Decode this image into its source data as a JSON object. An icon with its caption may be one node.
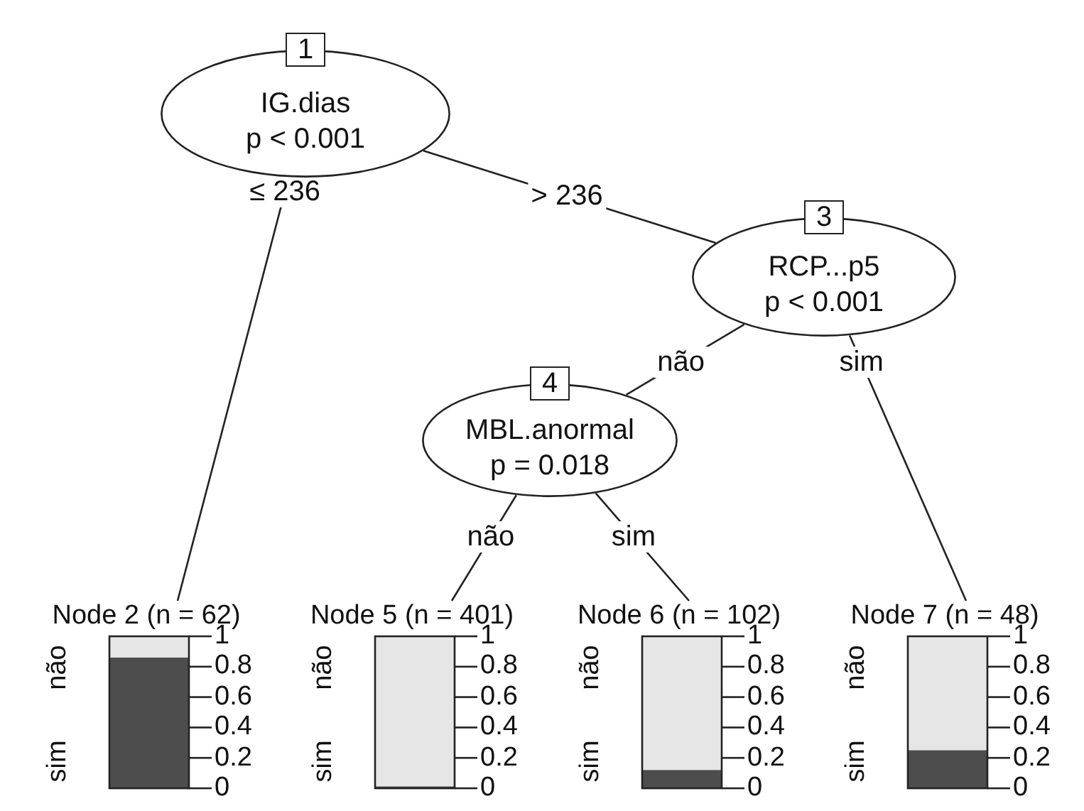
{
  "diagram": {
    "nodes": [
      {
        "text": [
          "1",
          "IG.dias",
          "p < 0.001"
        ]
      },
      {
        "text": [
          "3",
          "RCP...p5",
          "p < 0.001"
        ]
      },
      {
        "text": [
          "4",
          "MBL.anormal",
          "p = 0.018"
        ]
      },
      {
        "text": [
          "Node 2 (n = 62)"
        ]
      },
      {
        "text": [
          "Node 5 (n = 401)"
        ]
      },
      {
        "text": [
          "Node 6 (n = 102)"
        ]
      },
      {
        "text": [
          "Node 7 (n = 48)"
        ]
      }
    ],
    "edges": [
      {
        "from": 0,
        "to": 3,
        "arrow": "none",
        "label": "≤ 236"
      },
      {
        "from": 0,
        "to": 1,
        "arrow": "none",
        "label": "> 236"
      },
      {
        "from": 1,
        "to": 2,
        "arrow": "none",
        "label": "não"
      },
      {
        "from": 1,
        "to": 6,
        "arrow": "none",
        "label": "sim"
      },
      {
        "from": 2,
        "to": 4,
        "arrow": "none",
        "label": "não"
      },
      {
        "from": 2,
        "to": 5,
        "arrow": "none",
        "label": "sim"
      }
    ],
    "labels": [
      "não",
      "sim",
      "1",
      "0.8",
      "0.6",
      "0.4",
      "0.2",
      "0",
      "não",
      "sim",
      "1",
      "0.8",
      "0.6",
      "0.4",
      "0.2",
      "0",
      "não",
      "sim",
      "1",
      "0.8",
      "0.6",
      "0.4",
      "0.2",
      "0",
      "não",
      "sim",
      "1",
      "0.8",
      "0.6",
      "0.4",
      "0.2",
      "0"
    ]
  }
}
